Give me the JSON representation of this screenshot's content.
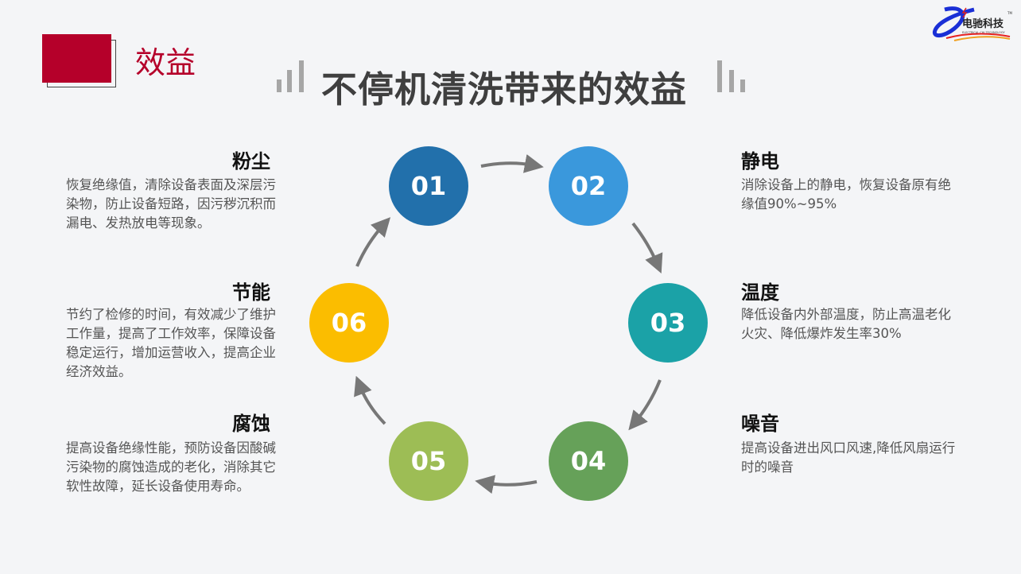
{
  "section_label": "效益",
  "title": "不停机清洗带来的效益",
  "logo": {
    "text": "电驰科技",
    "subtext": "ELECTRICAL CHI TECHNOLOGY",
    "tm": "TM"
  },
  "steps": [
    {
      "num": "01",
      "color": "#2270ab",
      "heading": "粉尘",
      "desc": "恢复绝缘值，清除设备表面及深层污染物，防止设备短路，因污秽沉积而漏电、发热放电等现象。"
    },
    {
      "num": "02",
      "color": "#3a98dc",
      "heading": "静电",
      "desc": "消除设备上的静电，恢复设备原有绝缘值90%~95%"
    },
    {
      "num": "03",
      "color": "#1ba2a7",
      "heading": "温度",
      "desc": "降低设备内外部温度，防止高温老化火灾、降低爆炸发生率30%"
    },
    {
      "num": "04",
      "color": "#66a159",
      "heading": "噪音",
      "desc": "提高设备进出风口风速,降低风扇运行时的噪音"
    },
    {
      "num": "05",
      "color": "#9dbd55",
      "heading": "腐蚀",
      "desc": "提高设备绝缘性能，预防设备因酸碱污染物的腐蚀造成的老化，消除其它软性故障，延长设备使用寿命。"
    },
    {
      "num": "06",
      "color": "#fbbd00",
      "heading": "节能",
      "desc": "节约了检修的时间，有效减少了维护工作量，提高了工作效率，保障设备稳定运行，增加运营收入，提高企业经济效益。"
    }
  ]
}
